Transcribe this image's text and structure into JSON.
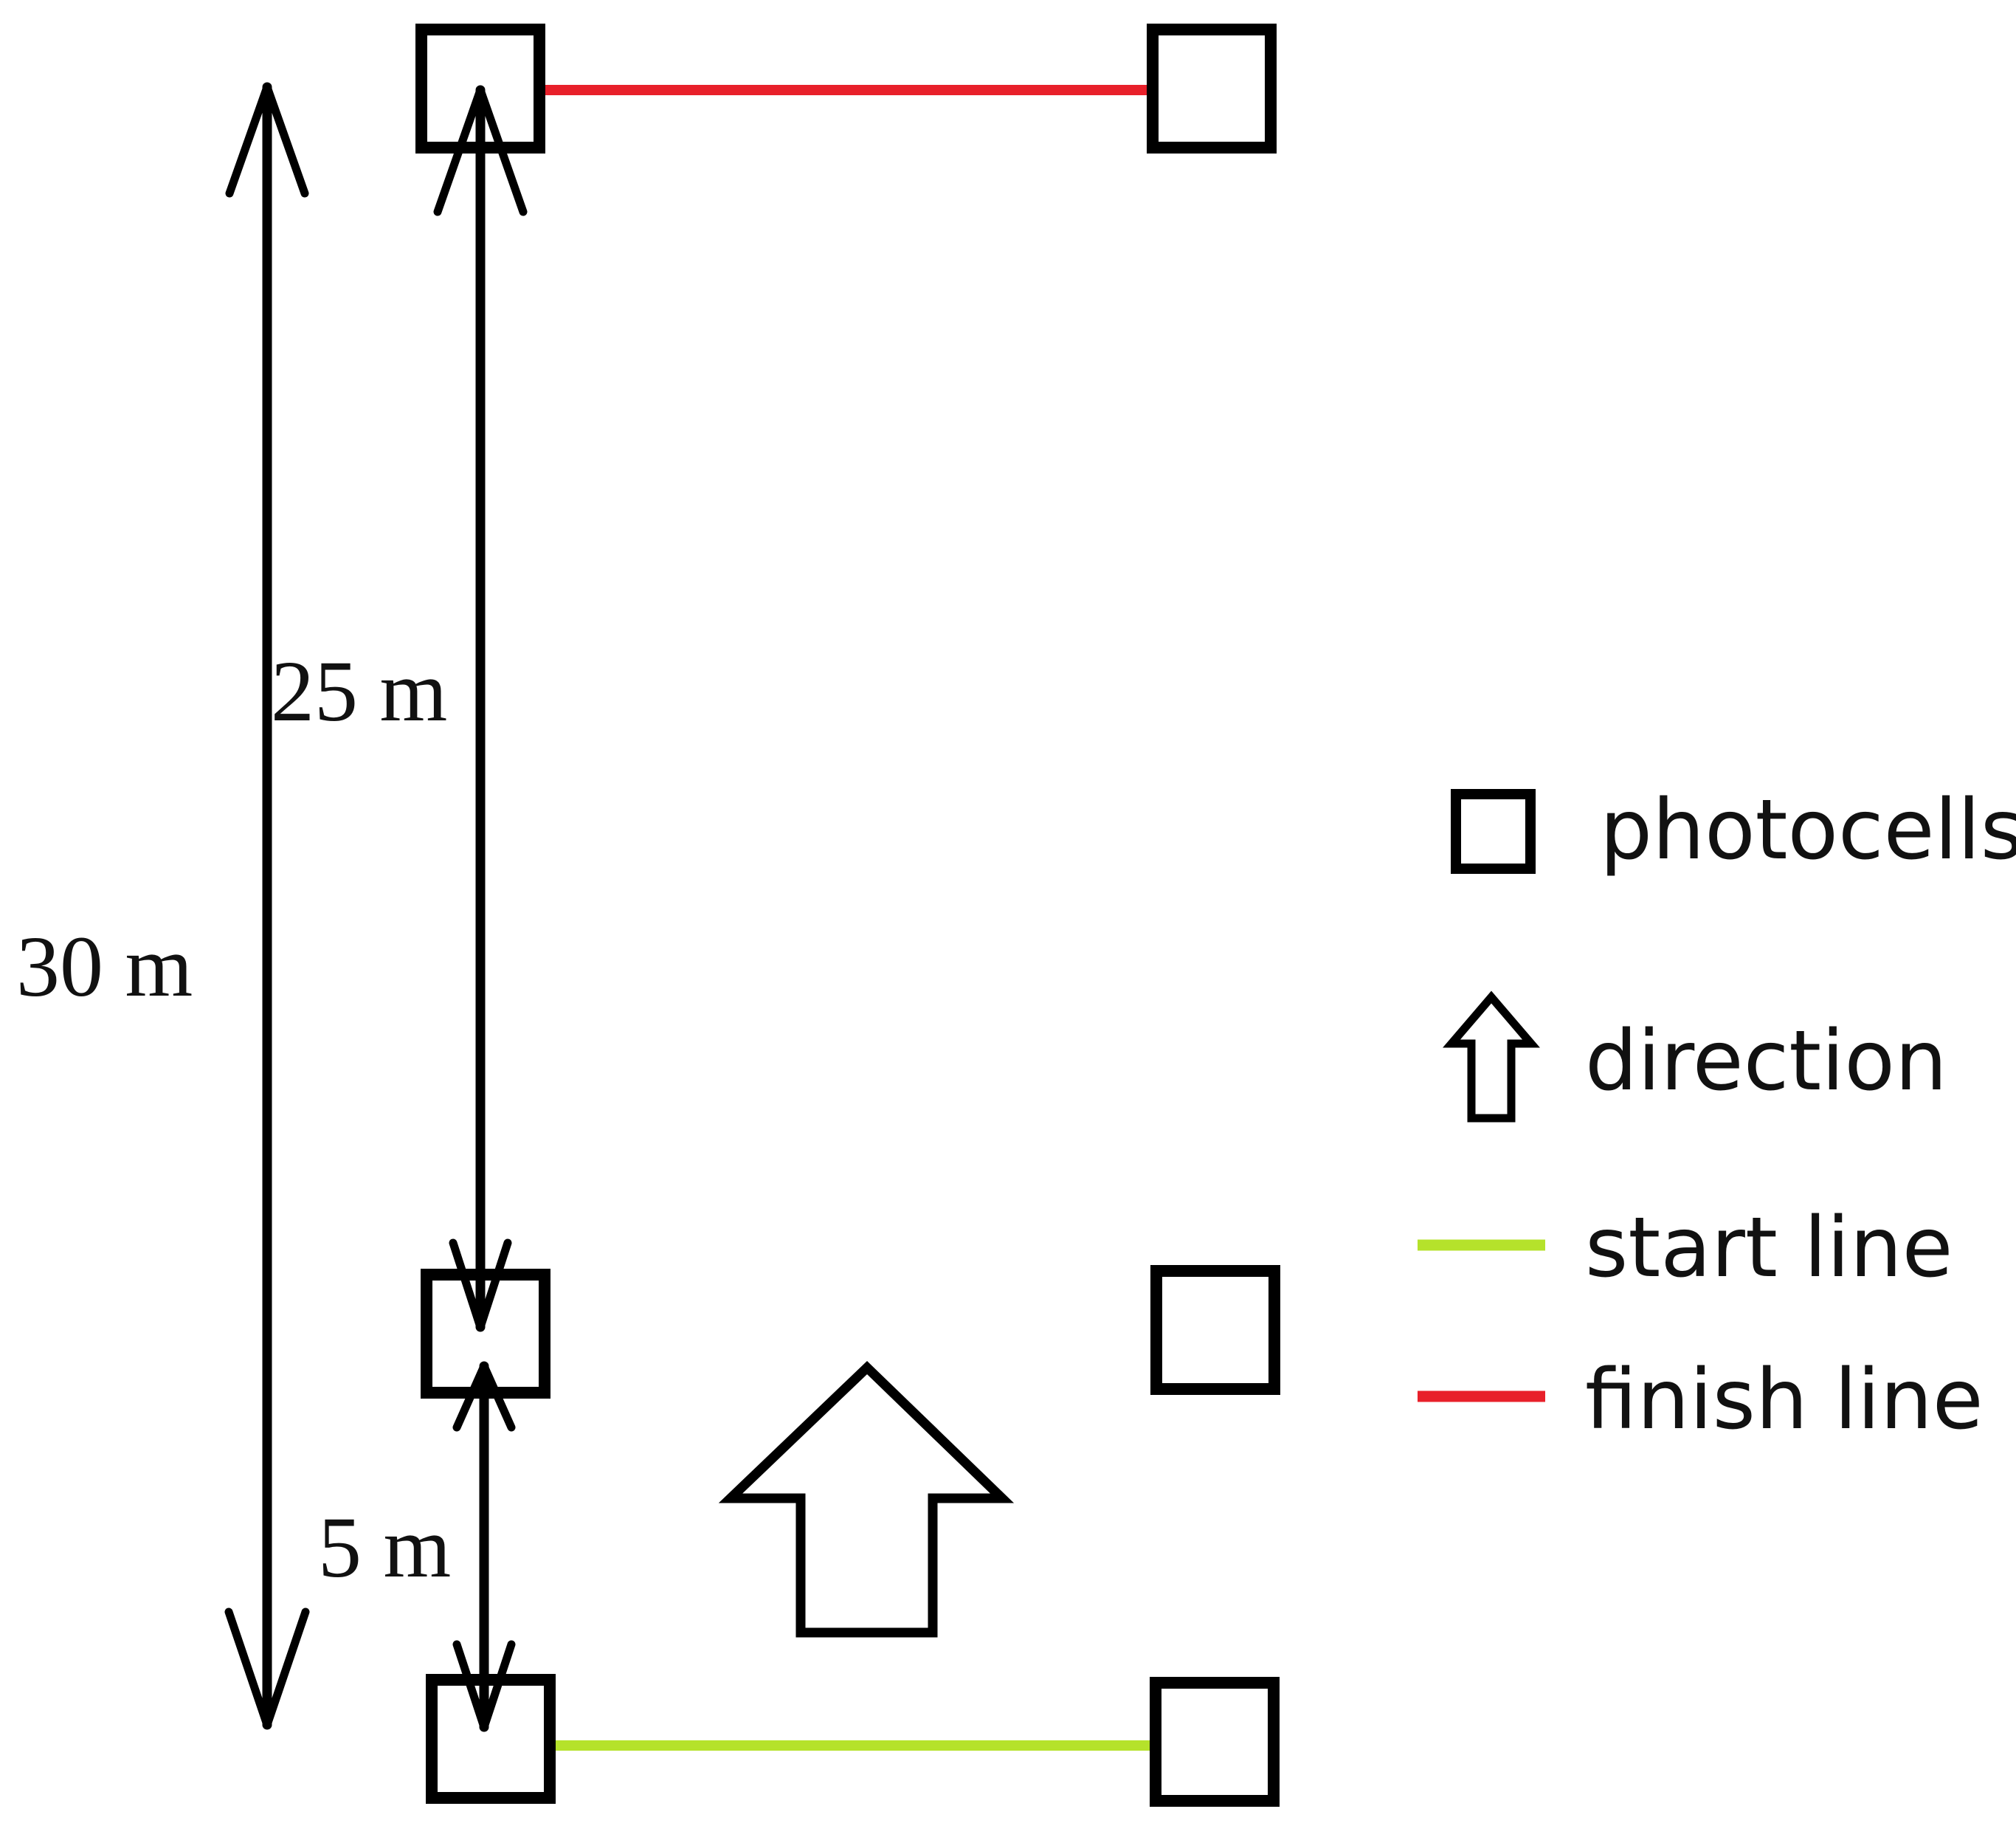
{
  "diagram": {
    "dimensions": {
      "total": "30 m",
      "run": "25 m",
      "approach": "5 m"
    },
    "legend": {
      "photocells": "photocells",
      "direction": "direction",
      "start_line": "start line",
      "finish_line": "finish line"
    },
    "colors": {
      "start_line": "#b5e22b",
      "finish_line": "#e8202a",
      "outline": "#000000",
      "background": "#ffffff"
    },
    "icons": {
      "photocell": "photocell-square-icon",
      "direction": "direction-up-arrow-icon"
    }
  }
}
